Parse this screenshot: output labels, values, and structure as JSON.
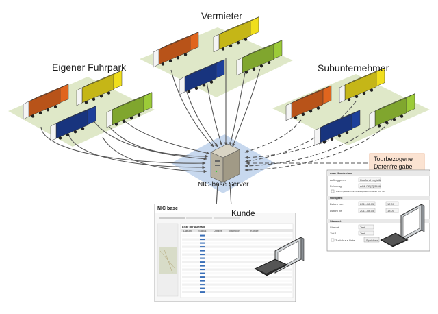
{
  "groups": {
    "own_fleet": {
      "label": "Eigener Fuhrpark"
    },
    "lessors": {
      "label": "Vermieter"
    },
    "subcontractors": {
      "label": "Subunternehmer"
    }
  },
  "server": {
    "label": "NIC-base Server"
  },
  "customer": {
    "label": "Kunde"
  },
  "release_callout": {
    "line1": "Tourbezogene",
    "line2": "Datenfreigabe"
  },
  "colors": {
    "platform": "#dfe8c8",
    "server_zone": "#c7d8ee",
    "kunde_bar": "#bfe4ef",
    "callout_bg": "#fbe3d2",
    "callout_border": "#e8a67c",
    "arrow": "#555555",
    "truck_orange": "#e0651e",
    "truck_yellow": "#f0de1c",
    "truck_blue": "#1d3f9a",
    "truck_green": "#9ccb38"
  },
  "left_screen": {
    "logo": "NIC base",
    "table_title": "Liste der Aufträge",
    "columns": [
      "Datum",
      "Status",
      "Uhrzeit",
      "Transport",
      "Kunde"
    ]
  },
  "right_form": {
    "section1_title": "neue Kundentour",
    "field_auftraggeber": "Auftraggeber",
    "value_auftraggeber": "Kaufland Logistik",
    "field_fahrzeug": "Fahrzeug",
    "value_fahrzeug": "AGZ P2 [Z] 3456",
    "checkbox_label": "Hiermit gebe ich die Fahrzeugdaten für diese Tour frei",
    "section2_title": "Gültigkeit",
    "field_datum_von": "Datum von",
    "value_datum_von": "2011-08-05",
    "value_zeit_von": "12:00",
    "field_datum_bis": "Datum bis",
    "value_datum_bis": "2011-08-05",
    "value_zeit_bis": "18:00",
    "section3_title": "Standort",
    "field_startort": "Startort",
    "value_startort": "Text",
    "field_ziel": "Ziel 1",
    "value_ziel": "Text",
    "back_link": "Zurück zur Liste",
    "save_button": "Speichern"
  }
}
